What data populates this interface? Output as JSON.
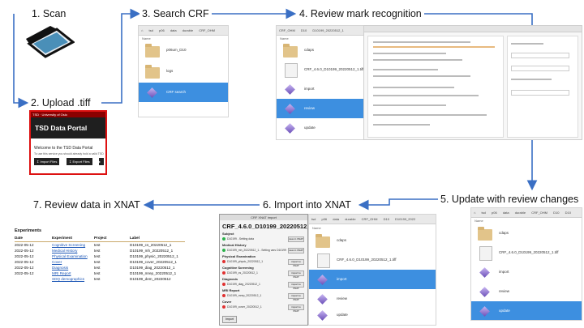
{
  "steps": [
    "1. Scan",
    "2. Upload .tiff",
    "3. Search CRF",
    "4. Review mark recognition",
    "5. Update with review changes",
    "6. Import into XNAT",
    "7. Review data in XNAT"
  ],
  "colors": {
    "arrow": "#3a6fc4",
    "selected_row": "#3d8fe0",
    "portal_border": "#dd1111"
  },
  "tsd_portal": {
    "org": "TSD · University of Oslo",
    "title": "TSD Data Portal",
    "welcome": "Welcome to the TSD Data Portal",
    "hint": "To use this service you should already hold a valid TSD",
    "buttons": [
      "Import Files",
      "Export Files"
    ]
  },
  "search_crf": {
    "tabs": [
      "tsd",
      "p06",
      "data",
      "durable",
      "CRF_OHM"
    ],
    "header": "Name",
    "rows": [
      {
        "name": "p06um_D10",
        "kind": "folder"
      },
      {
        "name": "logs",
        "kind": "folder"
      },
      {
        "name": "CRF search",
        "kind": "app"
      }
    ]
  },
  "review_marks": {
    "tabs": [
      "CRF_OHM",
      "D10",
      "D10199_20220512_1"
    ],
    "header": "Name",
    "rows": [
      {
        "name": "cdaps",
        "kind": "folder"
      },
      {
        "name": "CRF_4.6.0_D10199_20220512_1.tiff",
        "kind": "doc"
      },
      {
        "name": "import",
        "kind": "app"
      },
      {
        "name": "review",
        "kind": "app"
      },
      {
        "name": "update",
        "kind": "app"
      }
    ]
  },
  "update_review": {
    "tabs": [
      "tsd",
      "p06",
      "data",
      "durable",
      "CRF_OHM",
      "D10",
      "D10"
    ],
    "header": "Name",
    "rows": [
      {
        "name": "cdaps",
        "kind": "folder"
      },
      {
        "name": "CRF_4.6.0_D10199_20220512_1.tiff",
        "kind": "doc"
      },
      {
        "name": "import",
        "kind": "app"
      },
      {
        "name": "review",
        "kind": "app"
      },
      {
        "name": "update",
        "kind": "app"
      }
    ]
  },
  "import_xnat": {
    "dialog_title": "CRF XNAT import",
    "file": "CRF_4.6.0_D10199_20220512_1.tiff",
    "sections": [
      {
        "title": "Subject",
        "item": "D10199 - Setting data",
        "button": "view in XNAT"
      },
      {
        "title": "Medical History",
        "item": "D10199_mh_20220512_1 - Setting vars D10199",
        "button": "view in XNAT"
      },
      {
        "title": "Physical Examination",
        "item": "D10199_physic_20220512_1",
        "button": "import to XNAT"
      },
      {
        "title": "Cognitive Screening",
        "item": "D10199_cs_20220512_1",
        "button": "import to XNAT"
      },
      {
        "title": "Diagnosis",
        "item": "D10199_diag_20220512_1",
        "button": "import to XNAT"
      },
      {
        "title": "MRI Report",
        "item": "D10199_mrep_20220512_1",
        "button": "import to XNAT"
      },
      {
        "title": "Cover",
        "item": "D10199_cover_20220512_1",
        "button": "import to XNAT"
      }
    ],
    "bottom_button": "Import",
    "right_tabs": [
      "tsd",
      "p06",
      "data",
      "durable",
      "CRF_OHM",
      "D10",
      "D10199_2022"
    ],
    "right_header": "Name",
    "right_rows": [
      {
        "name": "cdaps",
        "kind": "folder"
      },
      {
        "name": "CRF_4.6.0_D10199_20220512_1.tiff",
        "kind": "doc"
      },
      {
        "name": "import",
        "kind": "app"
      },
      {
        "name": "review",
        "kind": "app"
      },
      {
        "name": "update",
        "kind": "app"
      }
    ]
  },
  "xnat_table": {
    "title": "Experiments",
    "columns": [
      "Date",
      "Experiment",
      "Project",
      "Label"
    ],
    "rows": [
      [
        "2022-05-12",
        "Cognitive Screening",
        "test",
        "D10199_cs_20220512_1"
      ],
      [
        "2022-05-12",
        "Medical History",
        "test",
        "D10199_mh_20220512_1"
      ],
      [
        "2022-05-12",
        "Physical Examination",
        "test",
        "D10199_physic_20220512_1"
      ],
      [
        "2022-05-12",
        "Cover",
        "test",
        "D10199_cover_20220512_1"
      ],
      [
        "2022-05-12",
        "Diagnosis",
        "test",
        "D10199_diag_20220512_1"
      ],
      [
        "2022-05-12",
        "MRI Report",
        "test",
        "D10199_mrep_20220512_1"
      ],
      [
        "",
        "SDQ demographics",
        "test",
        "D10199_dem_20220512"
      ]
    ]
  }
}
